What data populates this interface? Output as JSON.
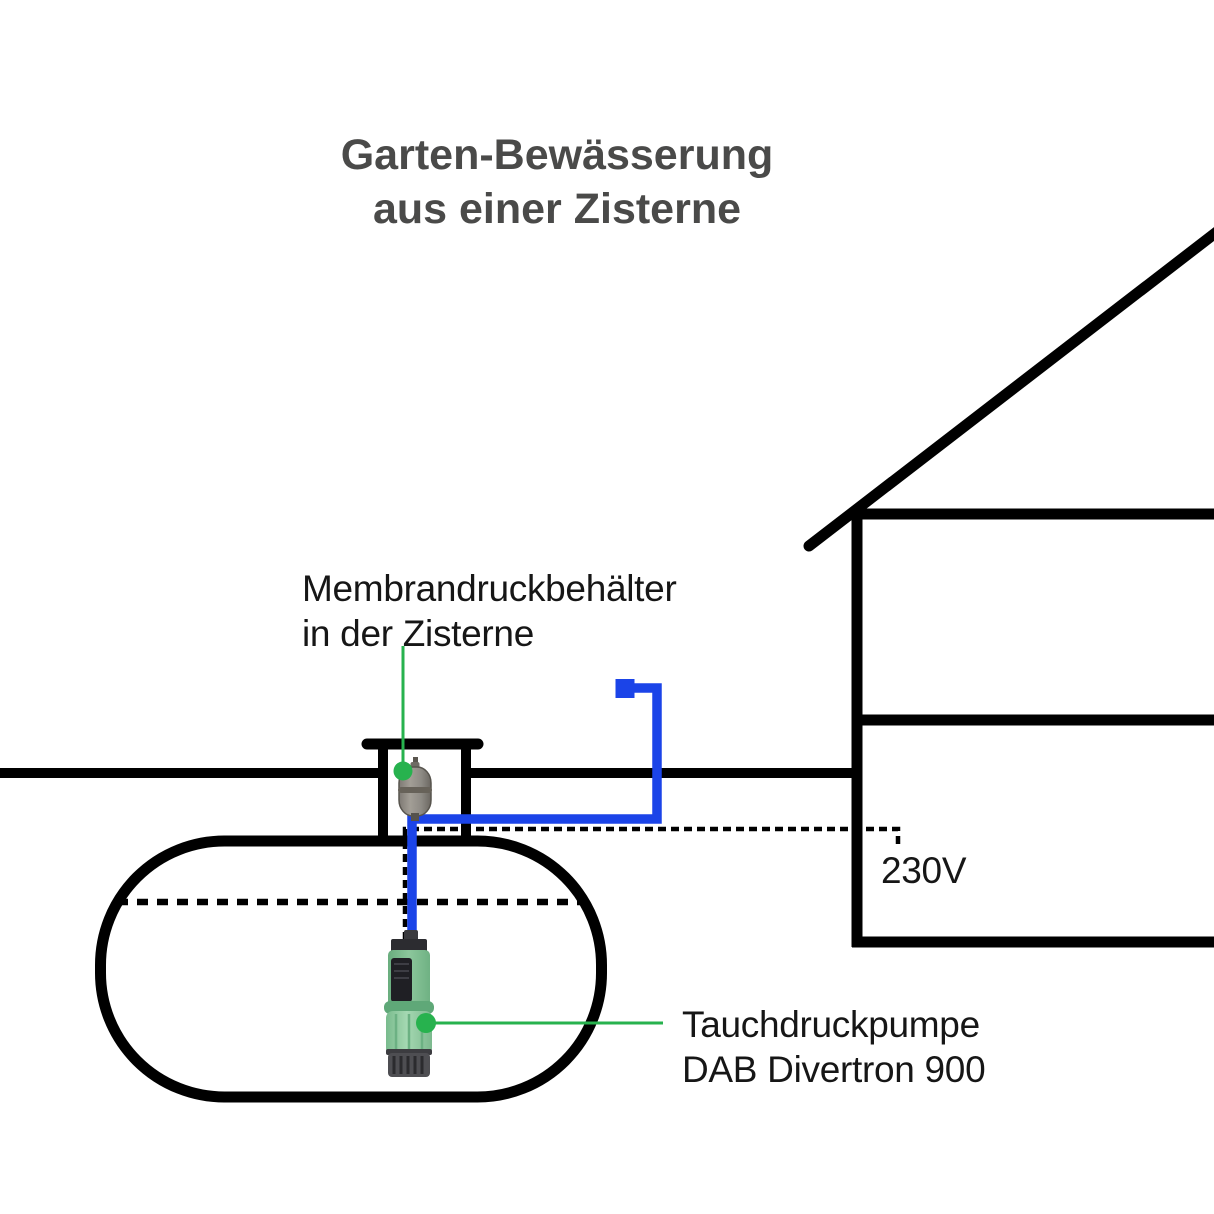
{
  "title": {
    "line1": "Garten-Bewässerung",
    "line2": "aus einer Zisterne"
  },
  "annotations": {
    "membrane_label": {
      "line1": "Membrandruckbehälter",
      "line2": "in der Zisterne"
    },
    "pump_label": {
      "line1": "Tauchdruckpumpe",
      "line2": "DAB Divertron 900"
    },
    "voltage_label": "230V"
  },
  "icons": {
    "tap": "tap-icon",
    "pressure_vessel": "pressure-vessel-icon",
    "pump": "submersible-pump-icon"
  },
  "colors": {
    "outline_black": "#000000",
    "pipe_blue": "#1b44e8",
    "leader_green": "#27b24e",
    "title_gray": "#4a4a49",
    "label_dark": "#161616",
    "pump_green": "#98cfa8",
    "pump_green_dark": "#5fa878",
    "vessel_gray": "#8d8a84",
    "background": "#ffffff"
  }
}
